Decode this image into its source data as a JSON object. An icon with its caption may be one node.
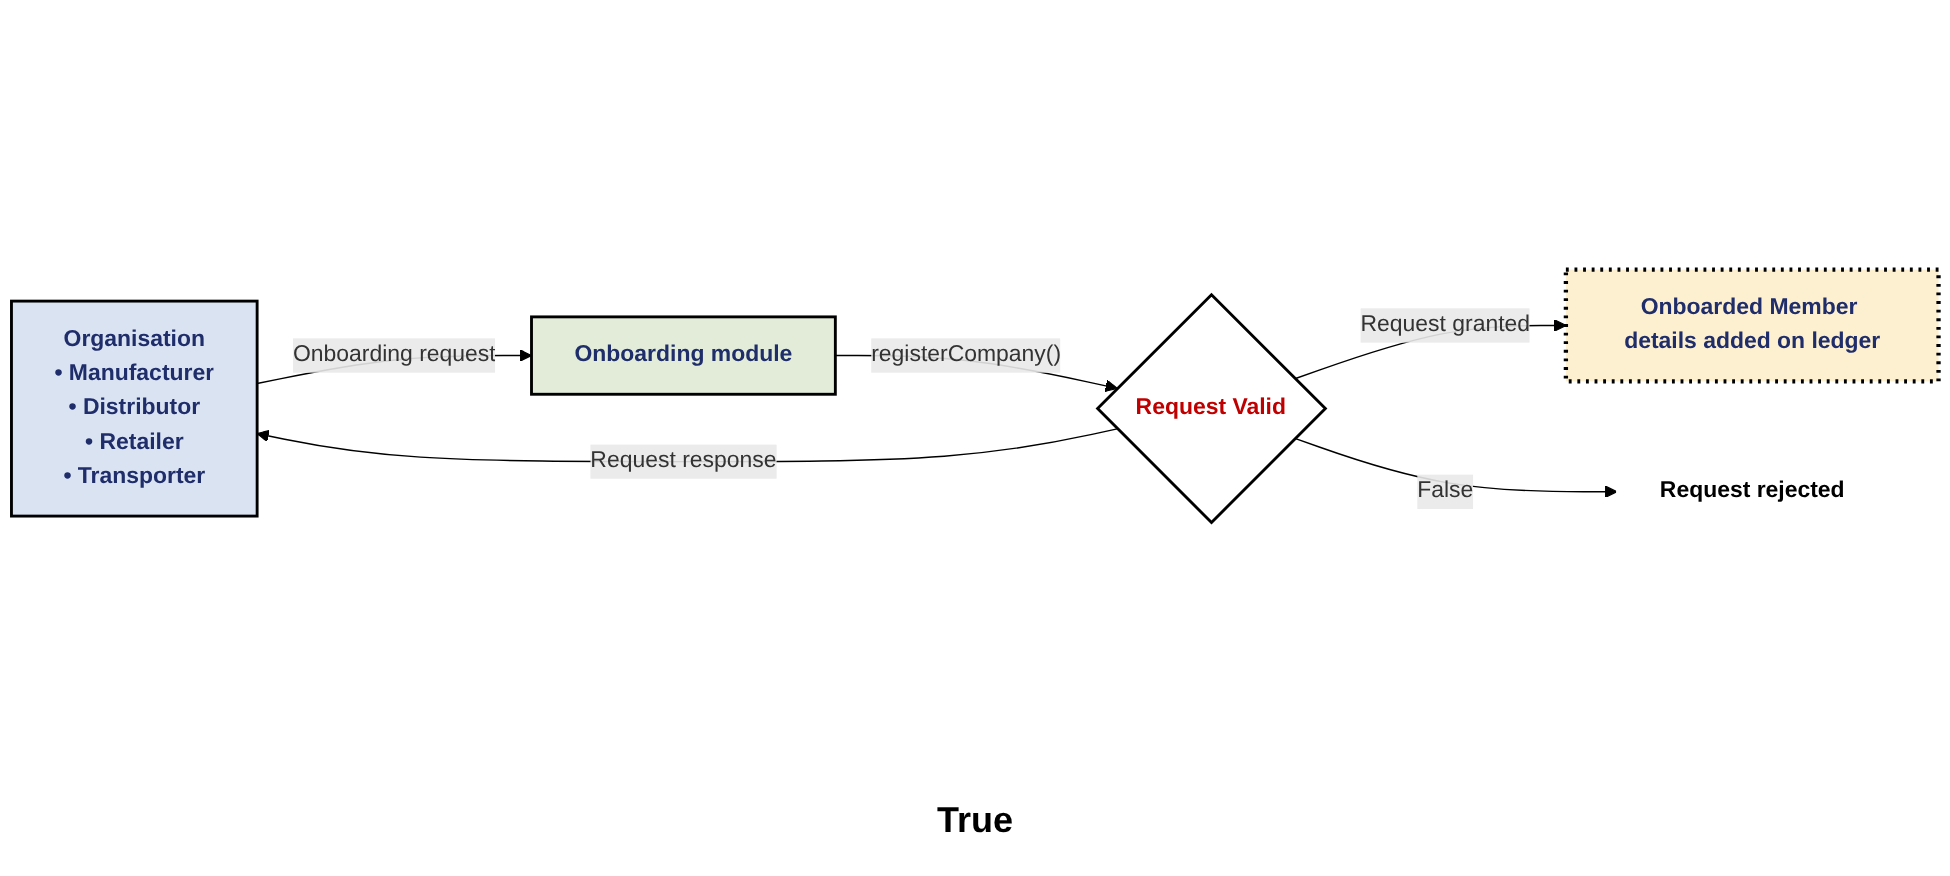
{
  "diagram": {
    "nodes": [
      {
        "text": [
          "Organisation",
          "• Manufacturer",
          "• Distributor",
          "• Retailer",
          "• Transporter"
        ]
      },
      {
        "text": [
          "Onboarding module"
        ]
      },
      {
        "text": [
          "Request Valid"
        ]
      },
      {
        "text": [
          "Onboarded Member details added on ledger"
        ]
      },
      {
        "text": [
          "Request rejected"
        ]
      }
    ],
    "edges": [
      {
        "from": 0,
        "to": 1,
        "arrow": "to",
        "label": "Onboarding request"
      },
      {
        "from": 1,
        "to": 2,
        "arrow": "to",
        "label": "registerCompany()"
      },
      {
        "from": 2,
        "to": 0,
        "arrow": "to",
        "label": "Request response"
      },
      {
        "from": 2,
        "to": 3,
        "arrow": "to",
        "label": "Request granted"
      },
      {
        "from": 2,
        "to": 4,
        "arrow": "to",
        "label": "False"
      }
    ],
    "labels": [
      "True"
    ]
  }
}
